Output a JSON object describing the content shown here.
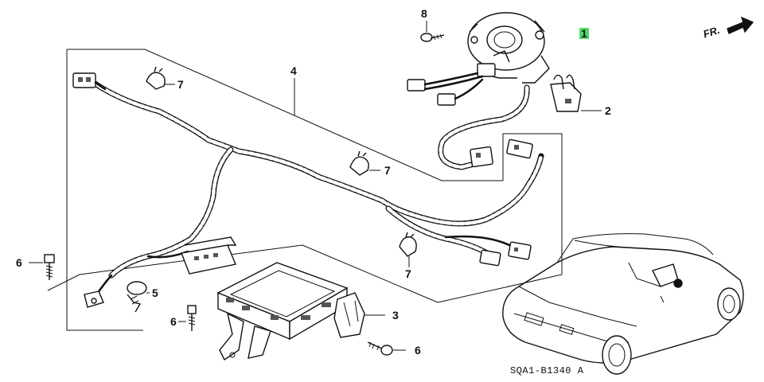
{
  "callouts": {
    "c1": "1",
    "c2": "2",
    "c3": "3",
    "c4": "4",
    "c5": "5",
    "c6a": "6",
    "c6b": "6",
    "c6c": "6",
    "c7a": "7",
    "c7b": "7",
    "c7c": "7",
    "c8": "8"
  },
  "direction_label": "FR.",
  "diagram_code": "SQA1-B1340 A",
  "colors": {
    "highlight": "#4cd964",
    "line": "#111111",
    "background": "#ffffff"
  }
}
